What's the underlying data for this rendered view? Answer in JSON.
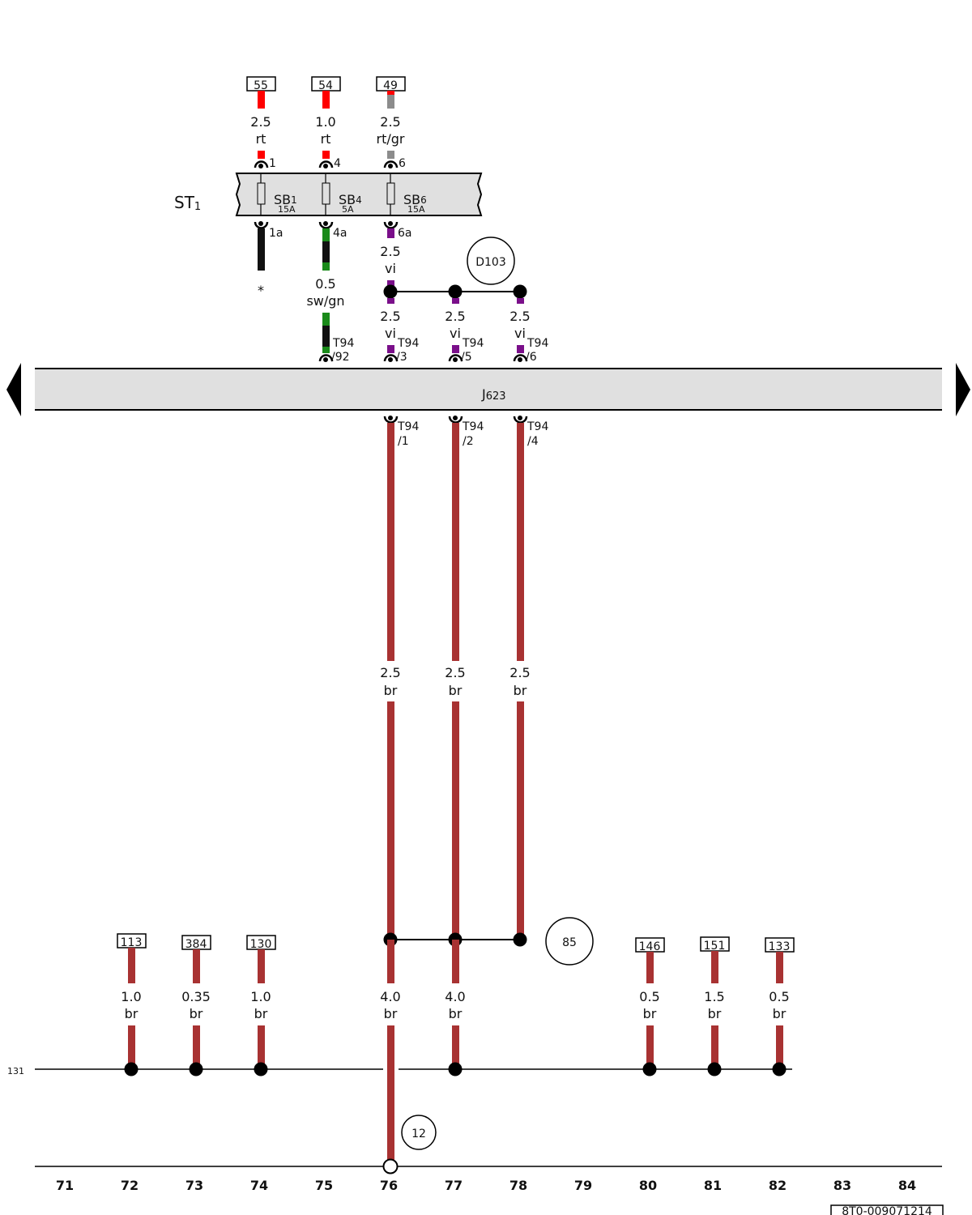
{
  "colors": {
    "rt": "#ff0000",
    "gr": "#8c8c8c",
    "sw": "#111111",
    "gn": "#1a8a1a",
    "vi": "#7a0f8a",
    "br": "#a83232",
    "panel": "#e0e0e0"
  },
  "fuse_box": {
    "label": "ST",
    "label_sub": "1",
    "fuses": [
      {
        "name": "SB",
        "sub": "1",
        "rating": "15A",
        "pin_top": "1",
        "pin_bottom": "1a"
      },
      {
        "name": "SB",
        "sub": "4",
        "rating": "5A",
        "pin_top": "4",
        "pin_bottom": "4a"
      },
      {
        "name": "SB",
        "sub": "6",
        "rating": "15A",
        "pin_top": "6",
        "pin_bottom": "6a"
      }
    ]
  },
  "top_refs": [
    "55",
    "54",
    "49"
  ],
  "top_wires": [
    {
      "size": "2.5",
      "color": "rt"
    },
    {
      "size": "1.0",
      "color": "rt"
    },
    {
      "size": "2.5",
      "color": "rt/gr"
    }
  ],
  "asterisk": "*",
  "wire_sw_gn": {
    "size": "0.5",
    "color": "sw/gn"
  },
  "wire_vi_main": {
    "size": "2.5",
    "color": "vi"
  },
  "connection_d103": "D103",
  "vi_branches": [
    {
      "size": "2.5",
      "color": "vi"
    },
    {
      "size": "2.5",
      "color": "vi"
    },
    {
      "size": "2.5",
      "color": "vi"
    }
  ],
  "pins_top": [
    {
      "conn": "T94",
      "pin": "/92"
    },
    {
      "conn": "T94",
      "pin": "/3"
    },
    {
      "conn": "T94",
      "pin": "/5"
    },
    {
      "conn": "T94",
      "pin": "/6"
    }
  ],
  "control_unit": {
    "name": "J",
    "sub": "623"
  },
  "pins_bottom": [
    {
      "conn": "T94",
      "pin": "/1"
    },
    {
      "conn": "T94",
      "pin": "/2"
    },
    {
      "conn": "T94",
      "pin": "/4"
    }
  ],
  "br_wires_mid": [
    {
      "size": "2.5",
      "color": "br"
    },
    {
      "size": "2.5",
      "color": "br"
    },
    {
      "size": "2.5",
      "color": "br"
    }
  ],
  "connection_85": "85",
  "bottom_refs": [
    "113",
    "384",
    "130",
    "146",
    "151",
    "133"
  ],
  "bottom_wires": [
    {
      "size": "1.0",
      "color": "br"
    },
    {
      "size": "0.35",
      "color": "br"
    },
    {
      "size": "1.0",
      "color": "br"
    },
    {
      "size": "4.0",
      "color": "br"
    },
    {
      "size": "4.0",
      "color": "br"
    },
    {
      "size": "0.5",
      "color": "br"
    },
    {
      "size": "1.5",
      "color": "br"
    },
    {
      "size": "0.5",
      "color": "br"
    }
  ],
  "ground_ref": "131",
  "connection_12": "12",
  "columns": [
    "71",
    "72",
    "73",
    "74",
    "75",
    "76",
    "77",
    "78",
    "79",
    "80",
    "81",
    "82",
    "83",
    "84"
  ],
  "doc_number": "8T0-009071214"
}
